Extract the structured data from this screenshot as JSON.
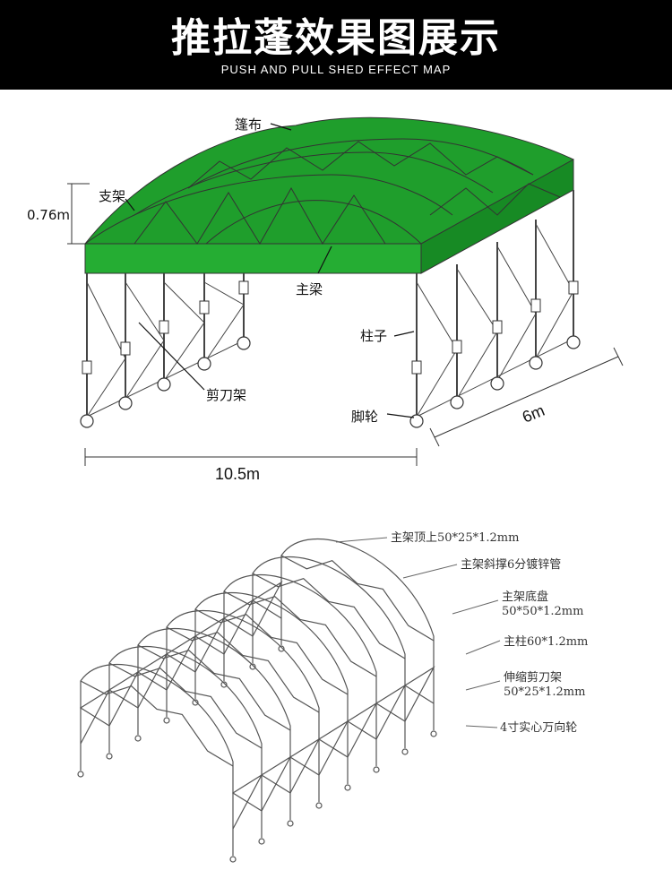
{
  "header": {
    "title": "推拉蓬效果图展示",
    "subtitle": "PUSH AND PULL SHED EFFECT MAP"
  },
  "top_diagram": {
    "labels": {
      "canopy": "篷布",
      "bracket": "支架",
      "height_dim": "0.76m",
      "main_beam": "主梁",
      "column": "柱子",
      "scissor_frame": "剪刀架",
      "caster": "脚轮",
      "length_dim": "10.5m",
      "width_dim": "6m"
    },
    "colors": {
      "canopy": "#1a9e2a",
      "canopy_light": "#27b234",
      "frame": "#333333"
    }
  },
  "bottom_diagram": {
    "labels": {
      "top_frame": "主架顶上50*25*1.2mm",
      "diagonal": "主架斜撑6分镀锌管",
      "base_plate_1": "主架底盘",
      "base_plate_2": "50*50*1.2mm",
      "main_column": "主柱60*1.2mm",
      "scissor_1": "伸缩剪刀架",
      "scissor_2": "50*25*1.2mm",
      "wheel": "4寸实心万向轮"
    }
  }
}
